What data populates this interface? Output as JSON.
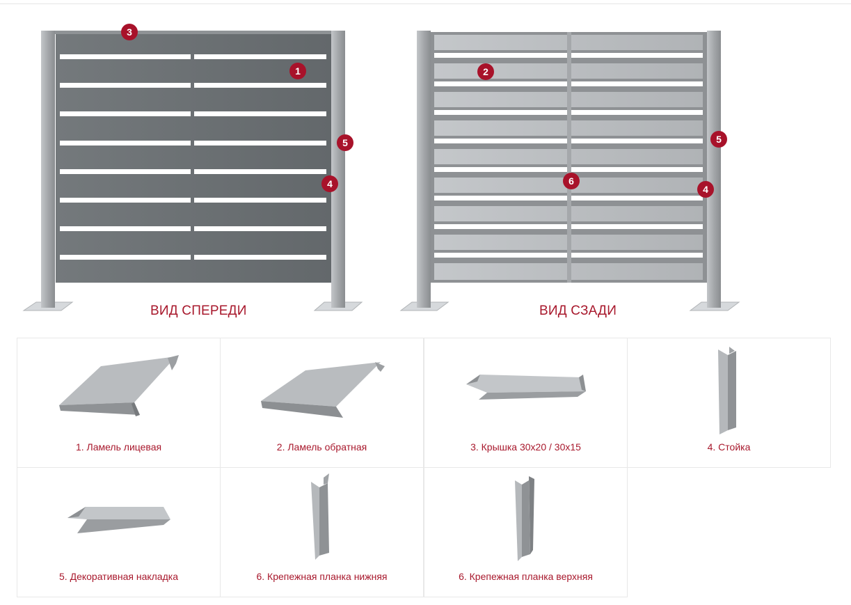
{
  "views": {
    "front_title": "ВИД СПЕРЕДИ",
    "back_title": "ВИД СЗАДИ"
  },
  "markers": {
    "front": {
      "cap": "3",
      "slat": "1",
      "overlay": "5",
      "post": "4"
    },
    "back": {
      "slat": "2",
      "overlay": "5",
      "bracket": "6",
      "post": "4"
    }
  },
  "parts": [
    {
      "label": "1. Ламель лицевая",
      "icon": "front-slat-profile-icon"
    },
    {
      "label": "2. Ламель обратная",
      "icon": "back-slat-profile-icon"
    },
    {
      "label": "3. Крышка 30х20 / 30х15",
      "icon": "cap-profile-icon"
    },
    {
      "label": "4. Стойка",
      "icon": "post-profile-icon"
    },
    {
      "label": "5. Декоративная накладка",
      "icon": "decorative-overlay-icon"
    },
    {
      "label": "6. Крепежная планка нижняя",
      "icon": "lower-mounting-bracket-icon"
    },
    {
      "label": "6. Крепежная планка верхняя",
      "icon": "upper-mounting-bracket-icon"
    }
  ],
  "colors": {
    "accent": "#a8182c",
    "marker": "#a8122a",
    "front_panel": "#6b7073",
    "back_panel": "#b9bcbf",
    "post": "#a9acaf"
  }
}
